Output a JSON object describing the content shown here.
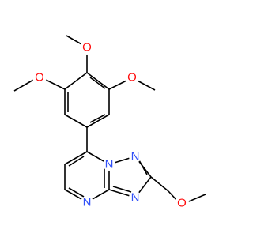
{
  "colors": {
    "bond": "#000000",
    "oxygen": "#ff0d0d",
    "nitrogen": "#3050f8",
    "background": "#ffffff"
  },
  "atoms": {
    "o_top": "O",
    "o_left": "O",
    "o_right": "O",
    "o_side": "O",
    "n_triazole_top": "N",
    "n_bridge": "N",
    "n_triazole_right": "N",
    "n_pyrimidine": "N"
  }
}
